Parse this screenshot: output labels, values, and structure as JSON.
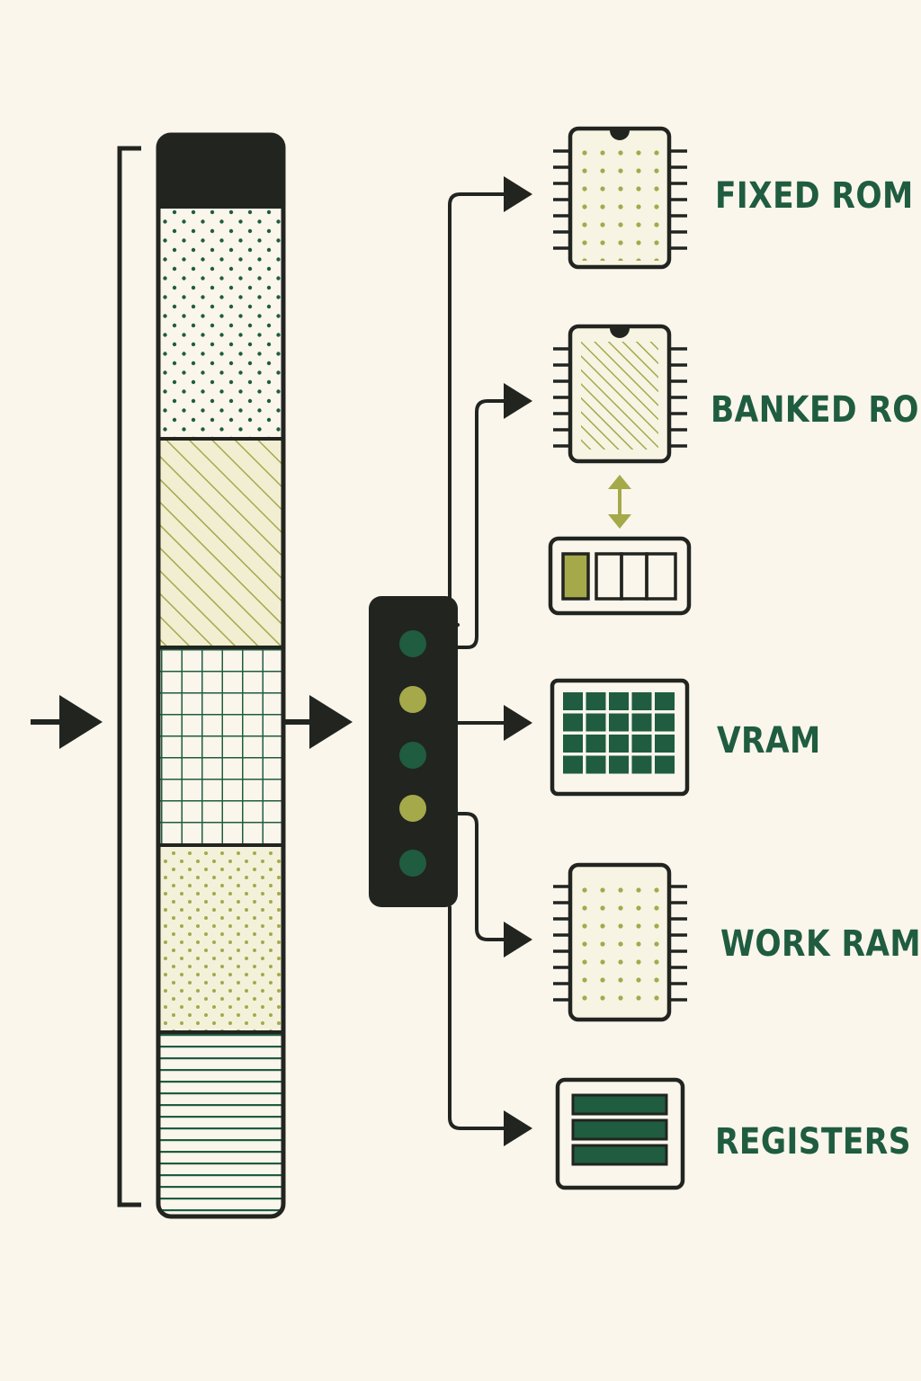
{
  "colors": {
    "background": "#faf6ec",
    "ink": "#222420",
    "green": "#1f5c40",
    "olive": "#a5a94a",
    "olive_fill": "#f1eed2"
  },
  "labels": {
    "fixed_rom": "FIXED ROM",
    "banked_rom": "BANKED ROM",
    "vram": "VRAM",
    "work_ram": "WORK RAM",
    "registers": "REGISTERS"
  },
  "memory_bar": {
    "segments": [
      {
        "pattern": "solid-dark"
      },
      {
        "pattern": "green-dots"
      },
      {
        "pattern": "olive-diagonal-stripes"
      },
      {
        "pattern": "green-grid"
      },
      {
        "pattern": "olive-dots"
      },
      {
        "pattern": "green-horizontal-lines"
      }
    ]
  },
  "address_decoder": {
    "led_colors": [
      "green",
      "olive",
      "green",
      "olive",
      "green"
    ]
  },
  "bank_switch": {
    "slots": 4,
    "active_slot": 1
  },
  "icons": {
    "fixed_rom": "chip-icon",
    "banked_rom": "chip-icon",
    "bank_swap": "double-arrow-icon",
    "bank_selector": "bank-slots-icon",
    "vram": "tile-grid-icon",
    "work_ram": "chip-icon",
    "registers": "register-stack-icon"
  }
}
